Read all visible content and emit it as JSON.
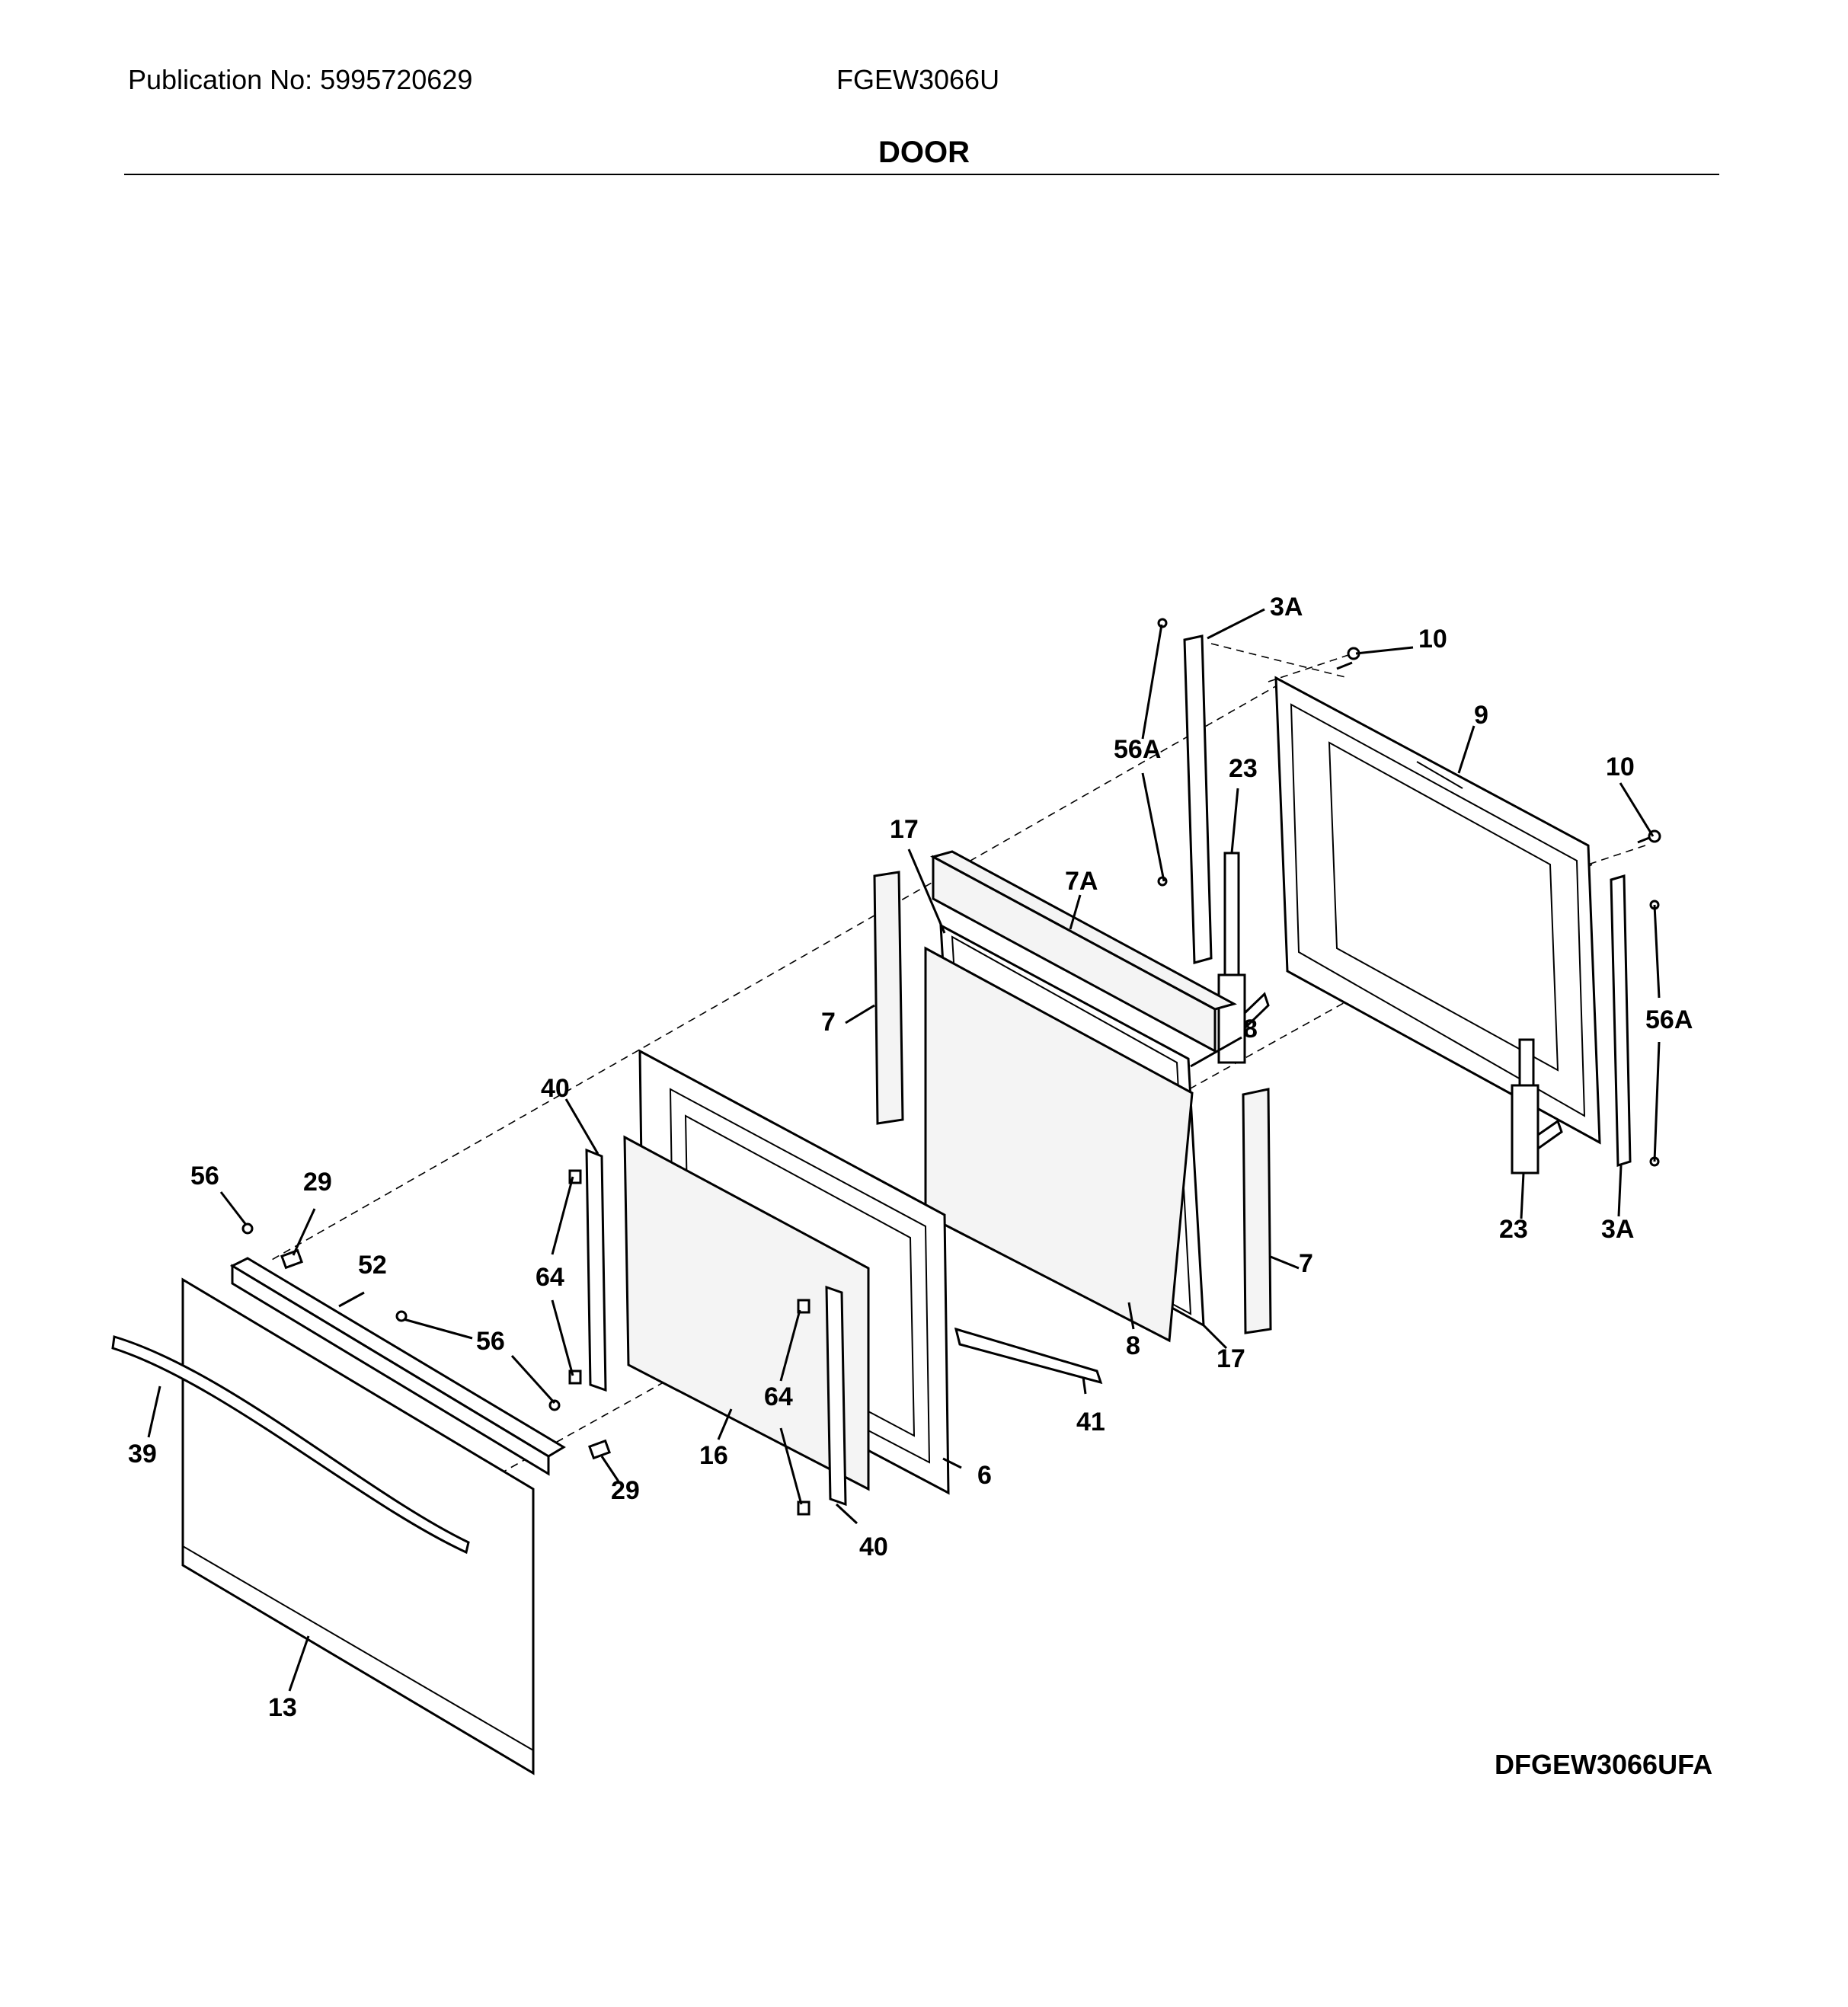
{
  "header": {
    "publication": "Publication No: 5995720629",
    "model": "FGEW3066U",
    "section_title": "DOOR"
  },
  "diagram_code": "DFGEW3066UFA",
  "callouts": {
    "c3A_top": "3A",
    "c10_top": "10",
    "c9": "9",
    "c56A_left": "56A",
    "c23_top": "23",
    "c10_right": "10",
    "c17_top": "17",
    "c7A": "7A",
    "c56A_right": "56A",
    "c7_left": "7",
    "c8_top": "8",
    "c40_top": "40",
    "c56_left": "56",
    "c29_top": "29",
    "c23_bottom": "23",
    "c3A_bottom": "3A",
    "c64_left": "64",
    "c52": "52",
    "c7_right": "7",
    "c56_mid": "56",
    "c8_bottom": "8",
    "c17_bottom": "17",
    "c64_mid": "64",
    "c39": "39",
    "c41": "41",
    "c16": "16",
    "c6": "6",
    "c29_bottom": "29",
    "c40_bottom": "40",
    "c13": "13"
  }
}
